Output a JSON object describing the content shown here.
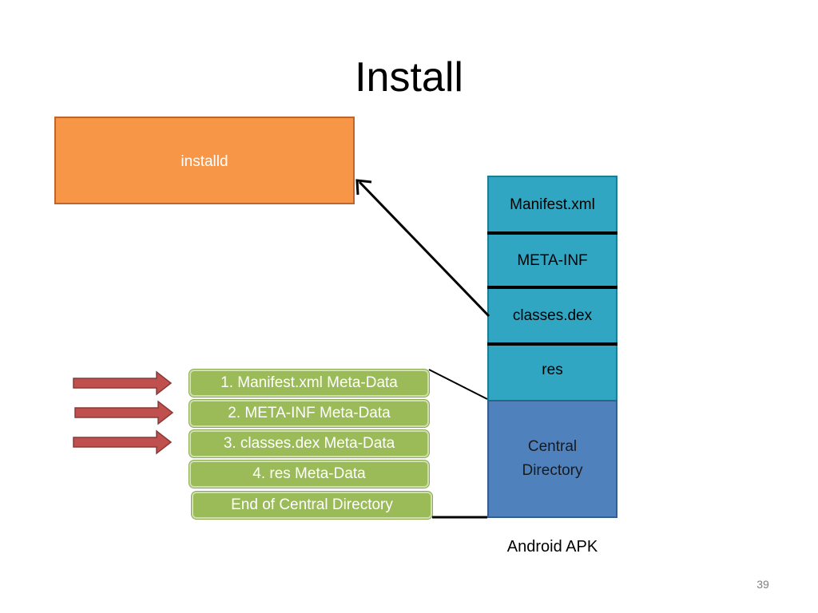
{
  "slide": {
    "title": "Install",
    "page_number": "39"
  },
  "installd": {
    "label": "installd"
  },
  "apk": {
    "segments": [
      "Manifest.xml",
      "META-INF",
      "classes.dex",
      "res"
    ],
    "central_directory": "Central Directory",
    "label": "Android APK"
  },
  "metadata_entries": [
    "1. Manifest.xml Meta-Data",
    "2. META-INF Meta-Data",
    "3. classes.dex Meta-Data",
    "4. res Meta-Data",
    "End of Central Directory"
  ],
  "colors": {
    "installd": "#f79646",
    "apk_segment": "#31a6c2",
    "central_directory": "#4f81bd",
    "metadata": "#9bbb59",
    "arrow_red": "#c0504d"
  }
}
